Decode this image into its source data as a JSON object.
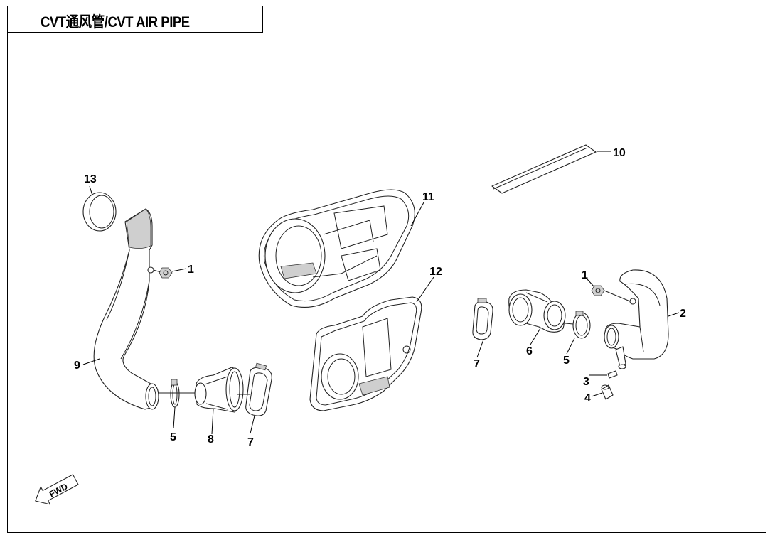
{
  "title": "CVT通风管/CVT AIR PIPE",
  "labels": {
    "l1a": "1",
    "l1b": "1",
    "l2": "2",
    "l3": "3",
    "l4": "4",
    "l5a": "5",
    "l5b": "5",
    "l6": "6",
    "l7a": "7",
    "l7b": "7",
    "l8": "8",
    "l9": "9",
    "l10": "10",
    "l11": "11",
    "l12": "12",
    "l13": "13"
  },
  "fwd_label": "FWD"
}
